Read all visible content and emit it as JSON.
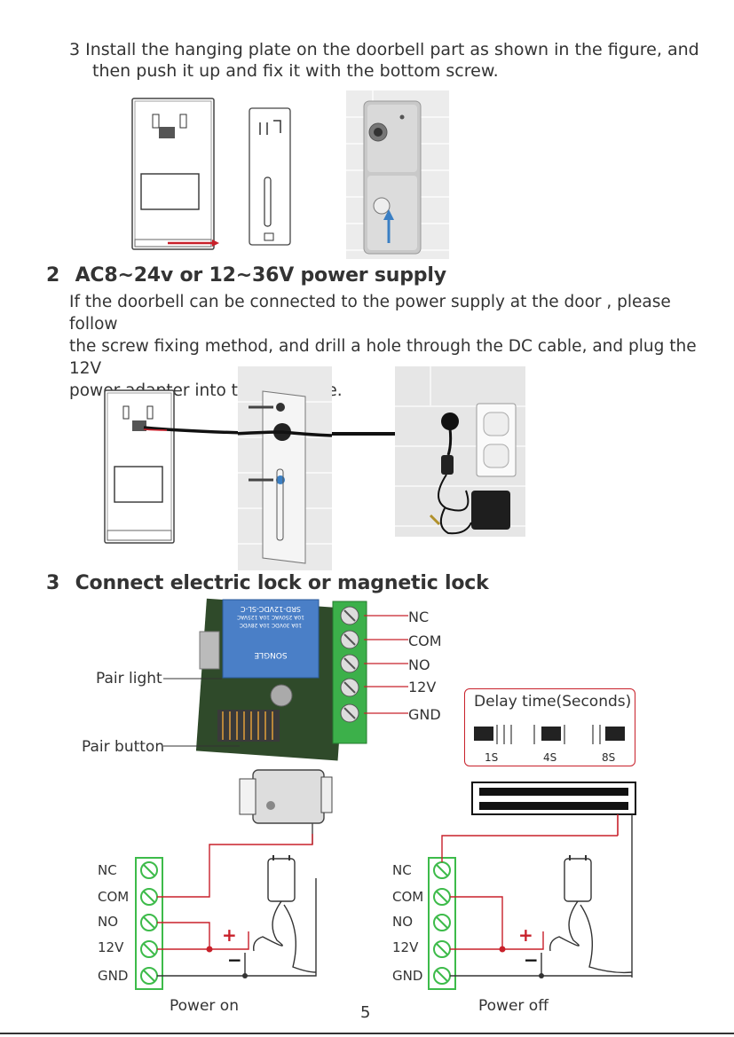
{
  "step_install": {
    "number": "3",
    "line1": "Install the hanging plate on the doorbell part as shown in the figure, and",
    "line2": "then push it up and fix it with the bottom screw."
  },
  "section_power": {
    "number": "2",
    "title": "AC8~24v or 12~36V power supply",
    "para_line1": "If the doorbell can be connected to the power supply at the door , please follow",
    "para_line2": "the screw fixing method, and drill a hole through the DC cable,  and plug the 12V",
    "para_line3": "power adapter into the DC cable."
  },
  "section_lock": {
    "number": "3",
    "title": "Connect electric lock or magnetic lock"
  },
  "relay": {
    "terminals": [
      "NC",
      "COM",
      "NO",
      "12V",
      "GND"
    ],
    "pair_light": "Pair light",
    "pair_button": "Pair button",
    "relay_text_1": "SRD-12VDC-SL-C",
    "relay_text_2": "10A 250VAC  10A 125VAC",
    "relay_text_3": "10A 30VDC  10A 28VDC",
    "relay_brand": "SONGLE"
  },
  "delay": {
    "title": "Delay time(Seconds)",
    "options": [
      "1S",
      "4S",
      "8S"
    ]
  },
  "wiring": {
    "left_caption": "Power on",
    "right_caption": "Power off",
    "terminals": [
      "NC",
      "COM",
      "NO",
      "12V",
      "GND"
    ],
    "plus": "+",
    "minus": "−"
  },
  "page_number": "5",
  "colors": {
    "wire_red": "#c8202a",
    "terminal_green": "#3dbb4a",
    "delay_border": "#c8202a",
    "arrow_blue": "#3a7fc4"
  }
}
